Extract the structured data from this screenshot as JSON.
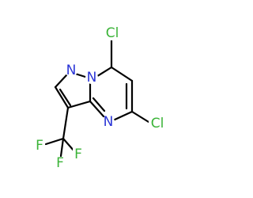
{
  "atoms": [
    {
      "id": "N_pyrazole",
      "symbol": "N",
      "color": "#2a34d6"
    },
    {
      "id": "N_bridge",
      "symbol": "N",
      "color": "#2a34d6"
    },
    {
      "id": "N_pyrimidine",
      "symbol": "N",
      "color": "#2a34d6"
    },
    {
      "id": "Cl_7",
      "symbol": "Cl",
      "color": "#3ab337"
    },
    {
      "id": "Cl_5",
      "symbol": "Cl",
      "color": "#3ab337"
    },
    {
      "id": "F_1",
      "symbol": "F",
      "color": "#3ab337"
    },
    {
      "id": "F_2",
      "symbol": "F",
      "color": "#3ab337"
    },
    {
      "id": "F_3",
      "symbol": "F",
      "color": "#3ab337"
    }
  ],
  "bond_color": "#000000"
}
